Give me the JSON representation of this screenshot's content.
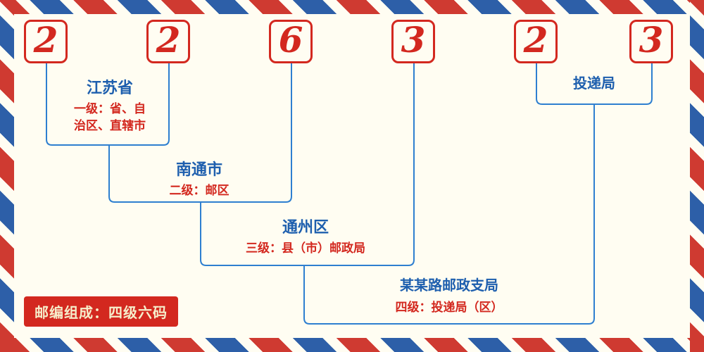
{
  "postal_code": {
    "digits": [
      "2",
      "2",
      "6",
      "3",
      "2",
      "3"
    ]
  },
  "labels": {
    "province": {
      "name": "江苏省",
      "desc_line1": "一级：省、自",
      "desc_line2": "治区、直辖市"
    },
    "city": {
      "name": "南通市",
      "desc": "二级：邮区"
    },
    "district": {
      "name": "通州区",
      "desc": "三级：县（市）邮政局"
    },
    "branch": {
      "name": "某某路邮政支局",
      "desc": "四级：投递局（区）"
    },
    "delivery": {
      "name": "投递局"
    }
  },
  "badge": {
    "text": "邮编组成：四级六码"
  },
  "colors": {
    "digit_red": "#d3281f",
    "label_blue": "#1e5fae",
    "line_blue": "#2e7fd0",
    "badge_red": "#d3281f",
    "badge_text": "#f6eecb",
    "background": "#fffdf2",
    "stripe_red": "#cf3a31",
    "stripe_blue": "#2d5fa8"
  }
}
